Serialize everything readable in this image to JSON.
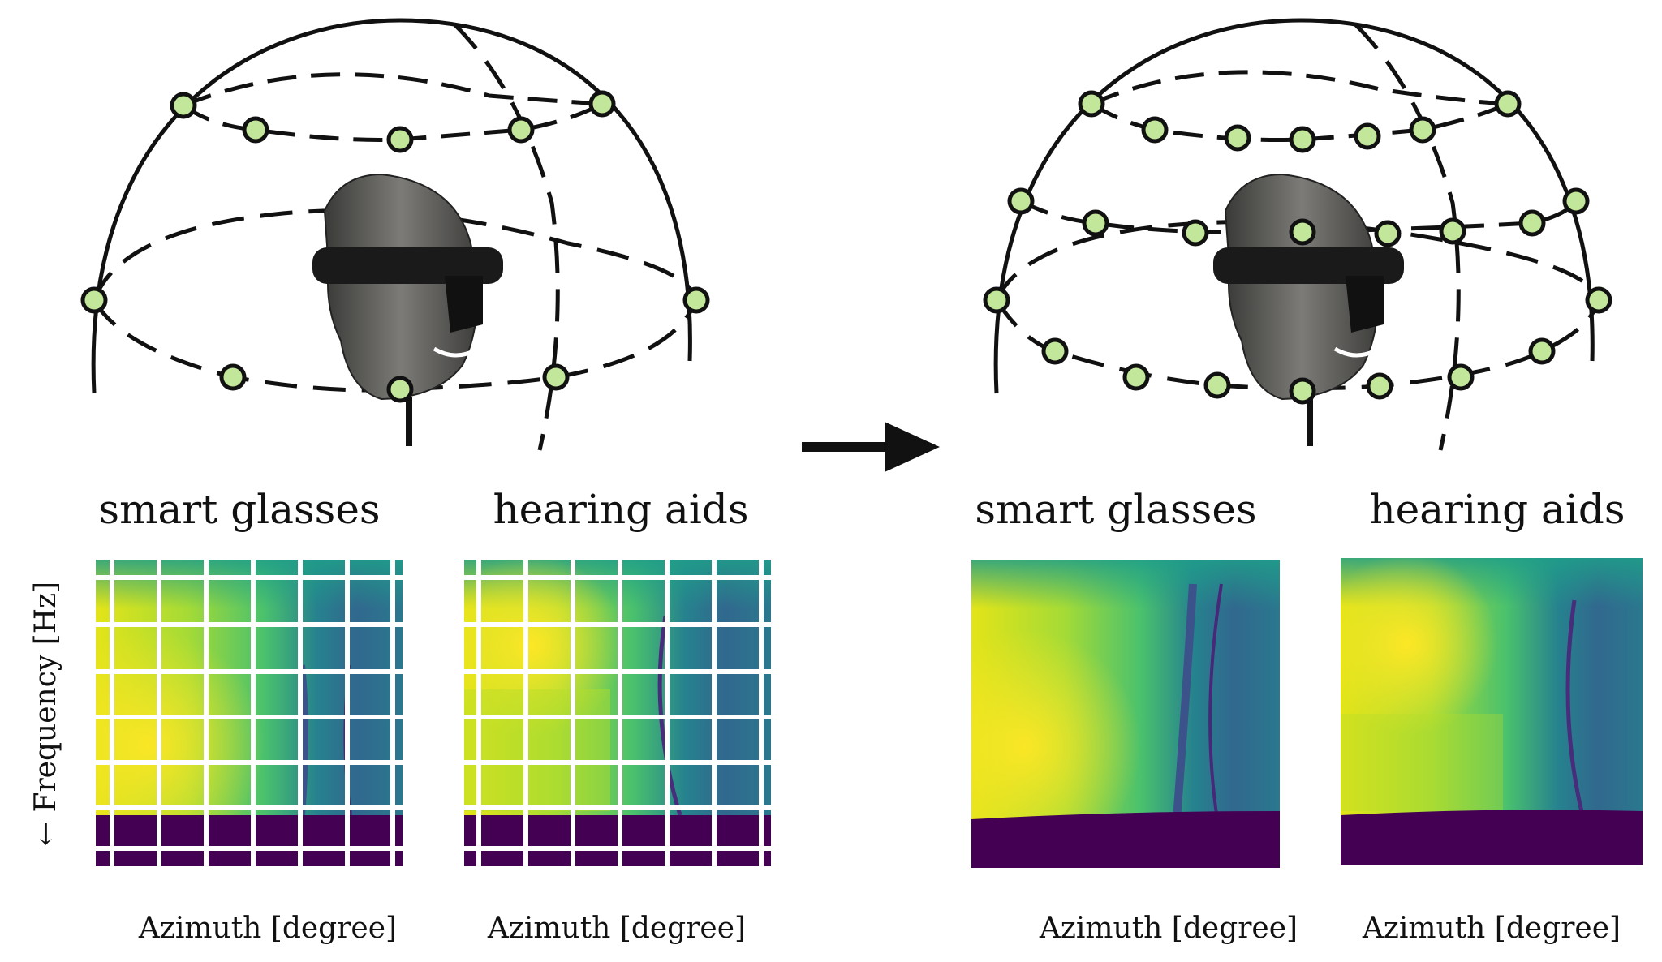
{
  "arrow_icon": "right-arrow-icon",
  "left": {
    "labels": {
      "glasses": "smart glasses",
      "aids": "hearing aids"
    },
    "xlabel": "Azimuth [degree]",
    "ylabel": "← Frequency [Hz]"
  },
  "right": {
    "labels": {
      "glasses": "smart glasses",
      "aids": "hearing aids"
    },
    "xlabel": "Azimuth [degree]"
  },
  "colors": {
    "marker_fill": "#c2e69a",
    "marker_stroke": "#111111",
    "dome": "#111111",
    "grid_overlay": "#ffffff",
    "viridis": [
      "#440154",
      "#3b528b",
      "#21918c",
      "#5ec962",
      "#fde725"
    ]
  }
}
